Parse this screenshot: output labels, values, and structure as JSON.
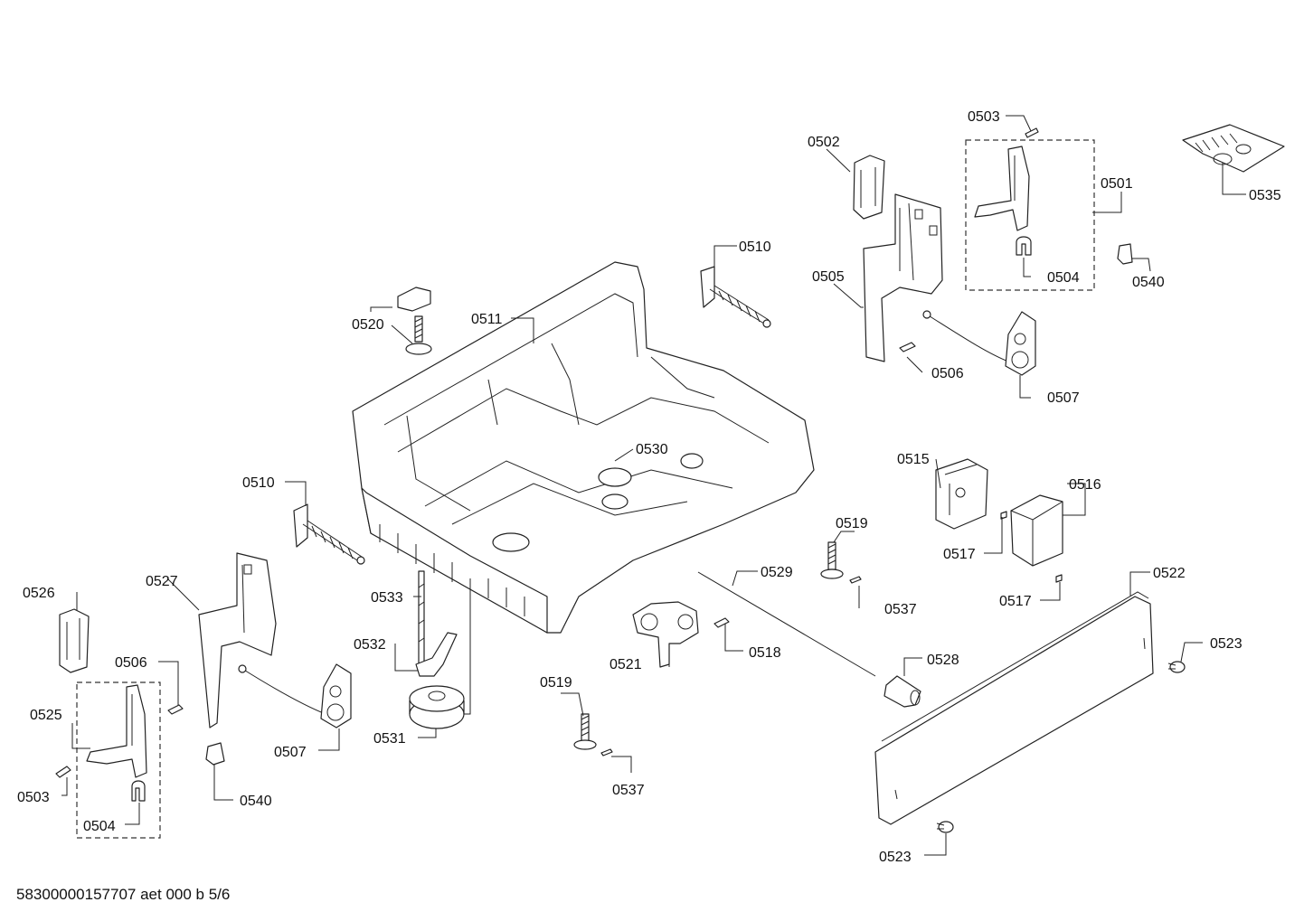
{
  "diagram": {
    "footer_code": "58300000157707 aet 000 b 5/6",
    "callouts": {
      "c0501": "0501",
      "c0502": "0502",
      "c0503a": "0503",
      "c0503b": "0503",
      "c0504a": "0504",
      "c0504b": "0504",
      "c0505": "0505",
      "c0506a": "0506",
      "c0506b": "0506",
      "c0507a": "0507",
      "c0507b": "0507",
      "c0510a": "0510",
      "c0510b": "0510",
      "c0511": "0511",
      "c0515": "0515",
      "c0516": "0516",
      "c0517a": "0517",
      "c0517b": "0517",
      "c0518": "0518",
      "c0519a": "0519",
      "c0519b": "0519",
      "c0520": "0520",
      "c0521": "0521",
      "c0522": "0522",
      "c0523a": "0523",
      "c0523b": "0523",
      "c0525": "0525",
      "c0526": "0526",
      "c0527": "0527",
      "c0528": "0528",
      "c0529": "0529",
      "c0530": "0530",
      "c0531": "0531",
      "c0532": "0532",
      "c0533": "0533",
      "c0535": "0535",
      "c0537a": "0537",
      "c0537b": "0537",
      "c0540a": "0540",
      "c0540b": "0540"
    }
  }
}
